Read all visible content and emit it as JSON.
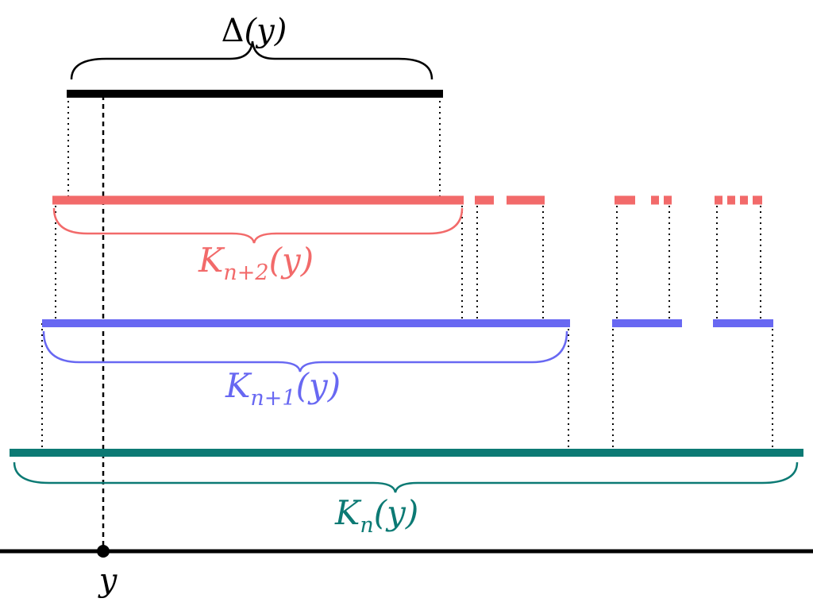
{
  "diagram": {
    "delta": {
      "label_main": "Δ",
      "label_arg": "(y)",
      "color": "#000000"
    },
    "k_n_plus_2": {
      "label_main": "K",
      "label_sub": "n+2",
      "label_arg": "(y)",
      "color": "#f26a6a"
    },
    "k_n_plus_1": {
      "label_main": "K",
      "label_sub": "n+1",
      "label_arg": "(y)",
      "color": "#6868f2"
    },
    "k_n": {
      "label_main": "K",
      "label_sub": "n",
      "label_arg": "(y)",
      "color": "#0c7a74"
    },
    "point": {
      "label": "y",
      "color": "#000000"
    }
  }
}
